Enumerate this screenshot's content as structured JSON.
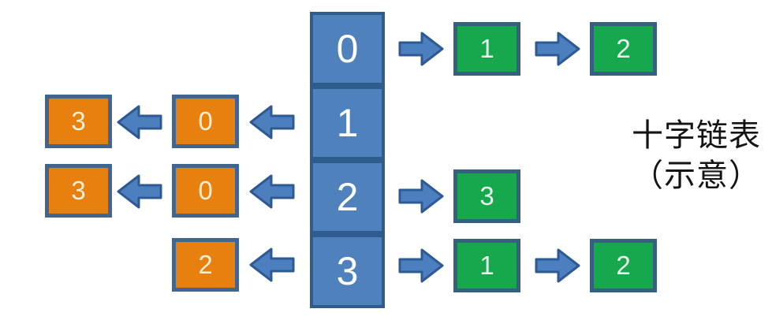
{
  "diagram": {
    "caption": {
      "line1": "十字链表",
      "line2": "（示意）"
    },
    "palette": {
      "head_fill": "#4F81BD",
      "head_border": "#2F5C8F",
      "orange_fill": "#E8800F",
      "orange_border": "#41658F",
      "green_fill": "#17A84E",
      "green_border": "#35607E",
      "arrow_fill": "#4C7FBE",
      "arrow_border": "#2E5A94",
      "background": "#FFFFFF"
    },
    "head_cells": [
      "0",
      "1",
      "2",
      "3"
    ],
    "rows": [
      {
        "head": "0",
        "left": [],
        "right": [
          "1",
          "2"
        ]
      },
      {
        "head": "1",
        "left": [
          "0",
          "3"
        ],
        "right": []
      },
      {
        "head": "2",
        "left": [
          "0",
          "3"
        ],
        "right": [
          "3"
        ]
      },
      {
        "head": "3",
        "left": [
          "2"
        ],
        "right": [
          "1",
          "2"
        ]
      }
    ]
  }
}
